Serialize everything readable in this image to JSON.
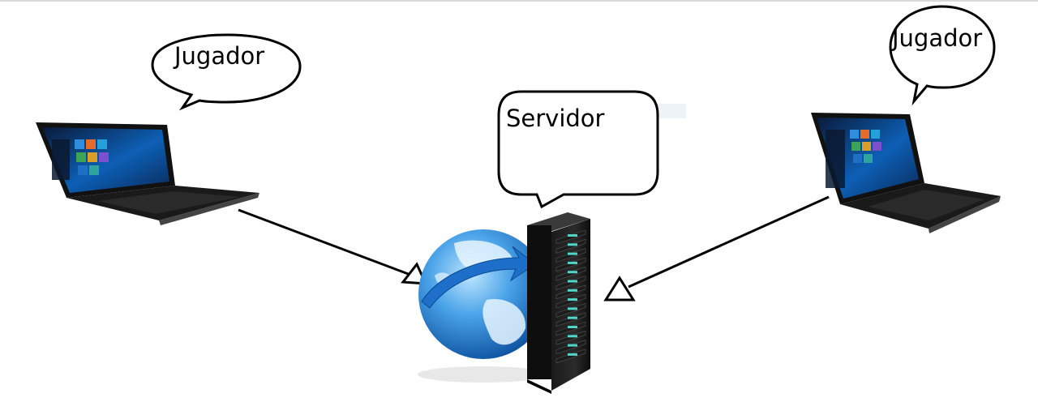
{
  "diagram": {
    "labels": {
      "player_left": "Jugador",
      "player_right": "Jugador",
      "server": "Servidor"
    },
    "icons": {
      "laptop_left": "laptop-icon",
      "laptop_right": "laptop-icon",
      "globe": "globe-icon",
      "server_rack": "server-rack-icon"
    }
  }
}
